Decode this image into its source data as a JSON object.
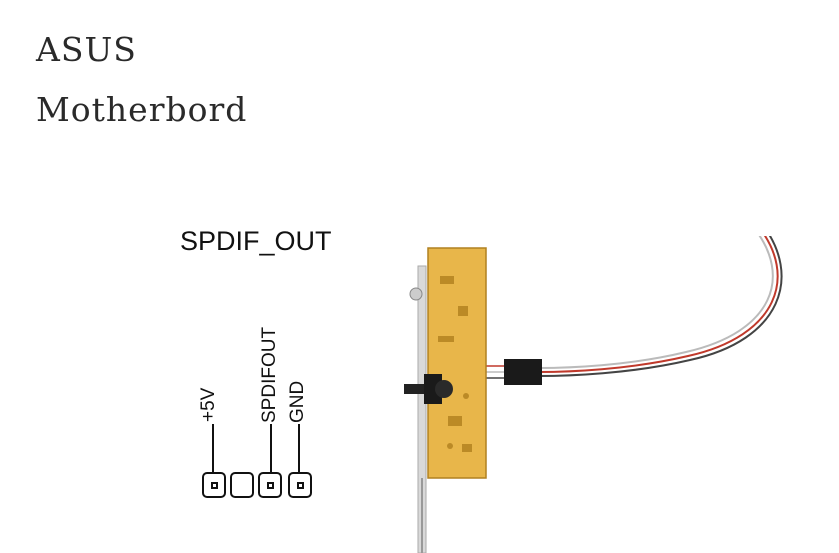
{
  "brand": {
    "line1": "ASUS",
    "line2": "Motherbord"
  },
  "header": {
    "title": "SPDIF_OUT"
  },
  "pins": {
    "labels": {
      "plus5v": "+5V",
      "spdifout": "SPDIFOUT",
      "gnd": "GND"
    },
    "count": 4
  },
  "colors": {
    "pcb": "#e8b64a",
    "connector": "#1a1a1a",
    "cable_red": "#c0392b",
    "cable_white": "#bbbbbb",
    "bracket": "#d9d9d9"
  }
}
